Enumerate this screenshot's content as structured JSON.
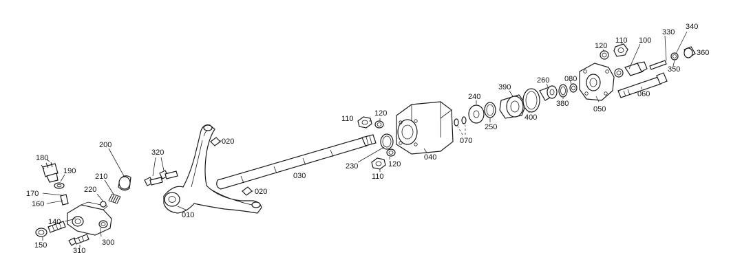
{
  "callouts": {
    "c010": "010",
    "c020a": "020",
    "c020b": "020",
    "c030": "030",
    "c040": "040",
    "c050": "050",
    "c060": "060",
    "c070": "070",
    "c080": "080",
    "c100": "100",
    "c110a": "110",
    "c110b": "110",
    "c110c": "110",
    "c120a": "120",
    "c120b": "120",
    "c120c": "120",
    "c140": "140",
    "c150": "150",
    "c160": "160",
    "c170": "170",
    "c180": "180",
    "c190": "190",
    "c200": "200",
    "c210": "210",
    "c220": "220",
    "c230": "230",
    "c240": "240",
    "c250": "250",
    "c260": "260",
    "c300": "300",
    "c310": "310",
    "c320": "320",
    "c330": "330",
    "c340": "340",
    "c350": "350",
    "c360": "360",
    "c380": "380",
    "c390": "390",
    "c400": "400"
  }
}
